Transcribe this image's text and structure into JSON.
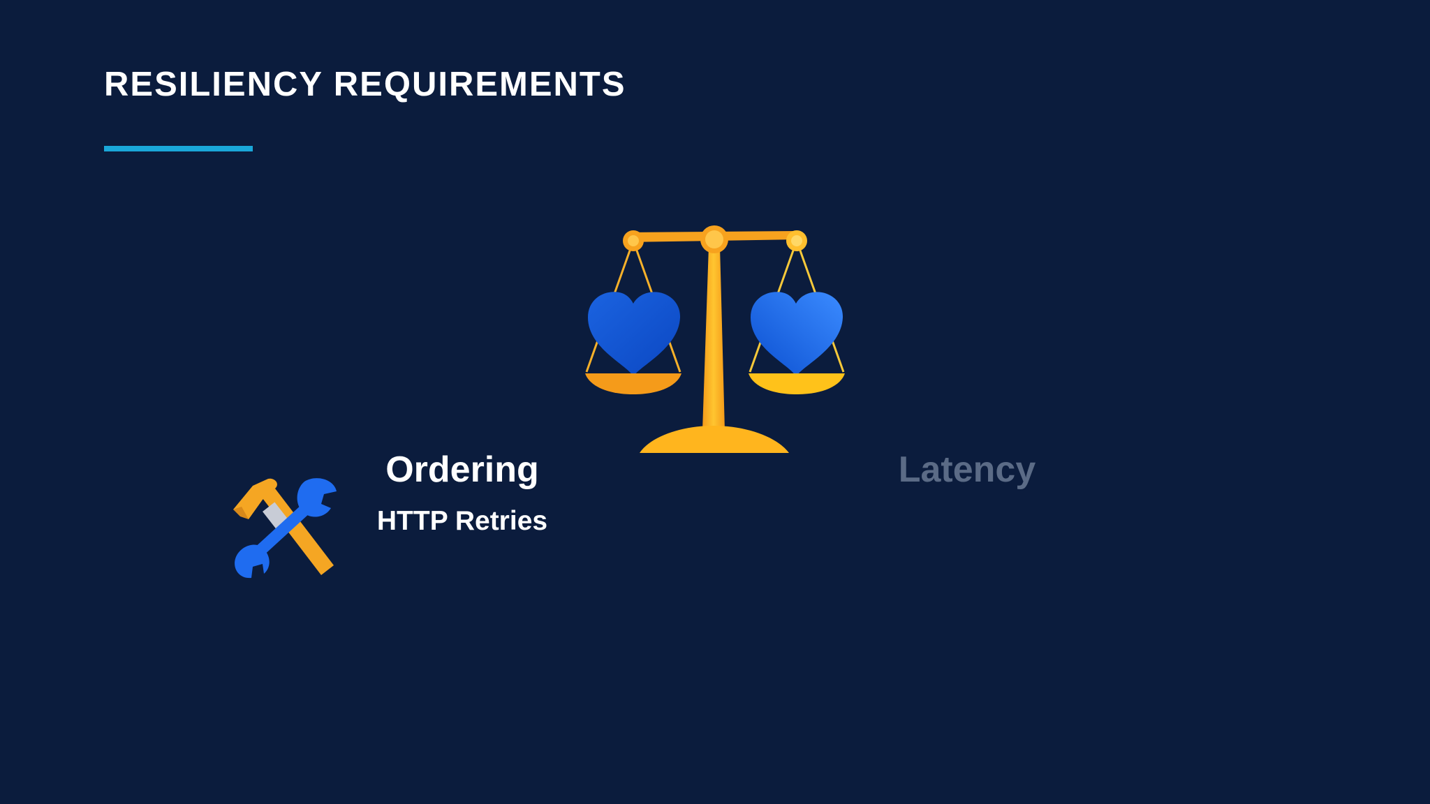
{
  "slide": {
    "title": "RESILIENCY REQUIREMENTS",
    "accent_color": "#1aa7d9",
    "background_color": "#0b1c3d"
  },
  "center_graphic": {
    "icon": "balance-scale-with-hearts-icon"
  },
  "left_item": {
    "icon": "hammer-wrench-icon",
    "heading": "Ordering",
    "subheading": "HTTP Retries"
  },
  "right_item": {
    "heading": "Latency",
    "text_color": "#5b6b86"
  }
}
